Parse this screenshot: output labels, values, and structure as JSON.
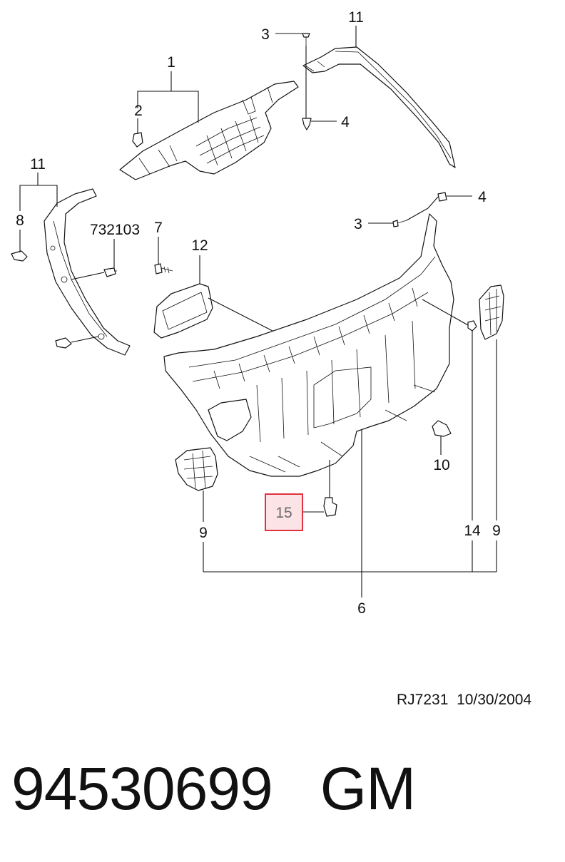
{
  "callouts": {
    "c1": "1",
    "c2": "2",
    "c3_top": "3",
    "c4_top": "4",
    "c11_top": "11",
    "c11_left": "11",
    "c8": "8",
    "c732103": "732103",
    "c7": "7",
    "c12": "12",
    "c3_right": "3",
    "c4_right": "4",
    "c10": "10",
    "c9_left": "9",
    "c15": "15",
    "c14": "14",
    "c9_right": "9",
    "c6": "6"
  },
  "highlight": {
    "label": "15",
    "color": "#e0313f",
    "fill": "#fbe3e6"
  },
  "reference": {
    "code": "RJ7231",
    "date": "10/30/2004"
  },
  "part_number": {
    "number": "94530699",
    "brand": "GM"
  }
}
